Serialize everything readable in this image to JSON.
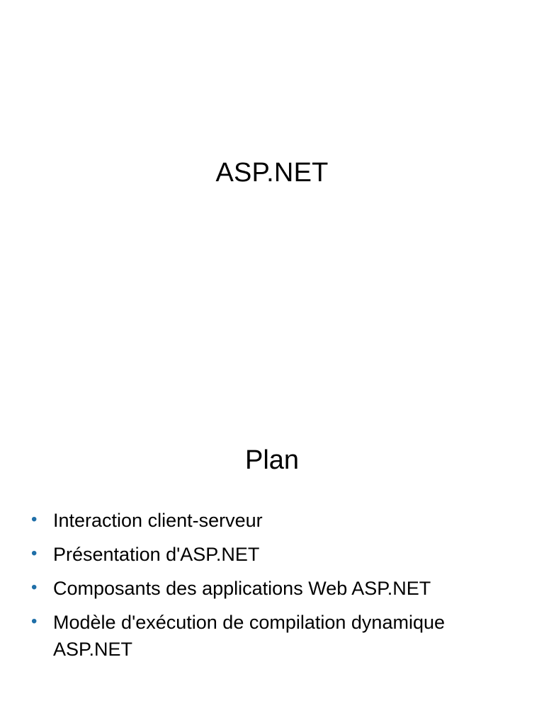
{
  "slides": [
    {
      "title": "ASP.NET"
    },
    {
      "title": "Plan",
      "bullet_color": "#1f6fa8",
      "bullets": [
        "Interaction client-serveur",
        "Présentation d'ASP.NET",
        "Composants des applications Web ASP.NET",
        "Modèle d'exécution de compilation dynamique ASP.NET"
      ]
    }
  ]
}
